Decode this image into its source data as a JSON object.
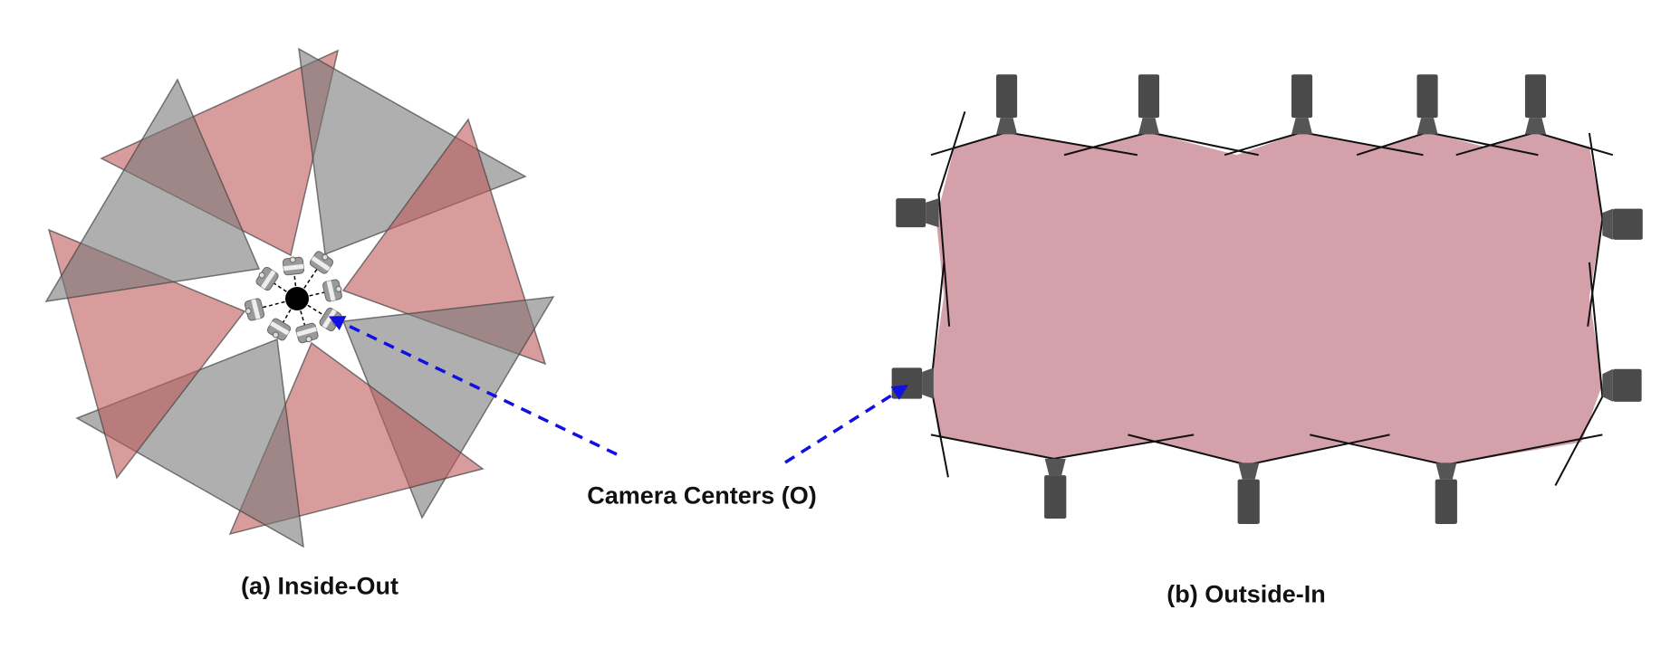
{
  "figure": {
    "annotation": "Camera Centers (O)",
    "caption_a": "(a) Inside-Out",
    "caption_b": "(b) Outside-In"
  },
  "colors": {
    "red_fov": "#c05a5a",
    "gray_fov": "#7a7a7a",
    "coverage": "#d4a1ab",
    "camera": "#4a4a4a",
    "arrow": "#1010e0"
  }
}
